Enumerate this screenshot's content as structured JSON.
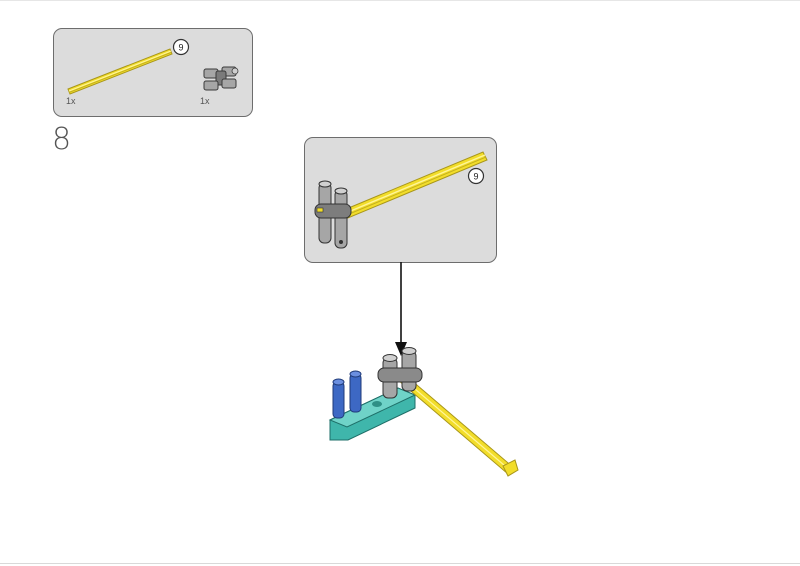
{
  "step": {
    "number": "8"
  },
  "parts_list": {
    "items": [
      {
        "name": "yellow-axle",
        "length_label": "9",
        "quantity": "1x"
      },
      {
        "name": "gray-double-connector",
        "quantity": "1x"
      }
    ]
  },
  "callout": {
    "length_label": "9"
  },
  "colors": {
    "panel_bg": "#dcdcdc",
    "panel_border": "#6d6d6d",
    "axle_yellow": "#f2dd2a",
    "connector_gray": "#9a9a9a",
    "beam_teal": "#3fb6ab",
    "peg_blue": "#3d68c4"
  }
}
